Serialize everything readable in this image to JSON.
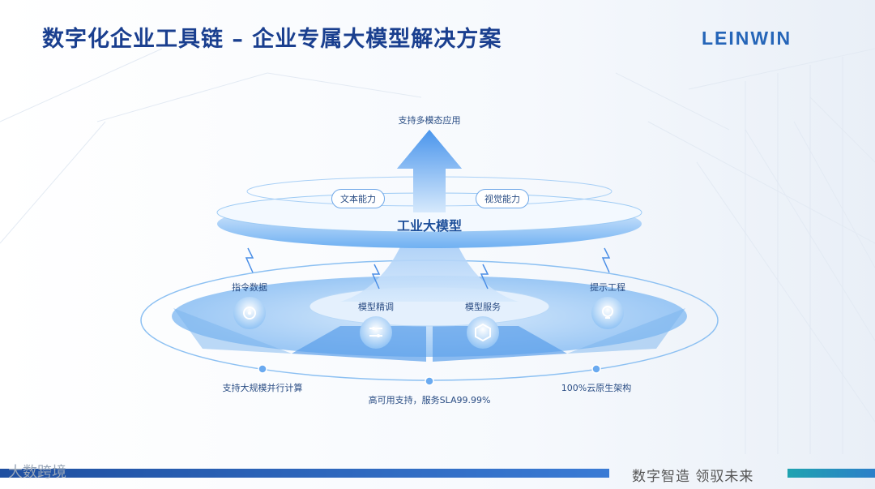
{
  "header": {
    "title": "数字化企业工具链 – 企业专属大模型解决方案",
    "logo_text": "LEINWIN"
  },
  "diagram": {
    "top_label": "支持多模态应用",
    "core_label": "工业大模型",
    "capabilities": [
      "文本能力",
      "视觉能力"
    ],
    "modules": [
      {
        "label": "指令数据",
        "icon": "target-icon"
      },
      {
        "label": "模型精调",
        "icon": "sliders-icon"
      },
      {
        "label": "模型服务",
        "icon": "chart-cube-icon"
      },
      {
        "label": "提示工程",
        "icon": "lightbulb-icon"
      }
    ],
    "features": [
      "支持大规模并行计算",
      "高可用支持，服务SLA99.99%",
      "100%云原生架构"
    ]
  },
  "footer": {
    "slogan": "数字智造 领驭未来",
    "watermark": "大数跨境"
  },
  "colors": {
    "title": "#1a3f8f",
    "accent": "#3a8ae8",
    "light_blue": "#cfe4fb"
  }
}
